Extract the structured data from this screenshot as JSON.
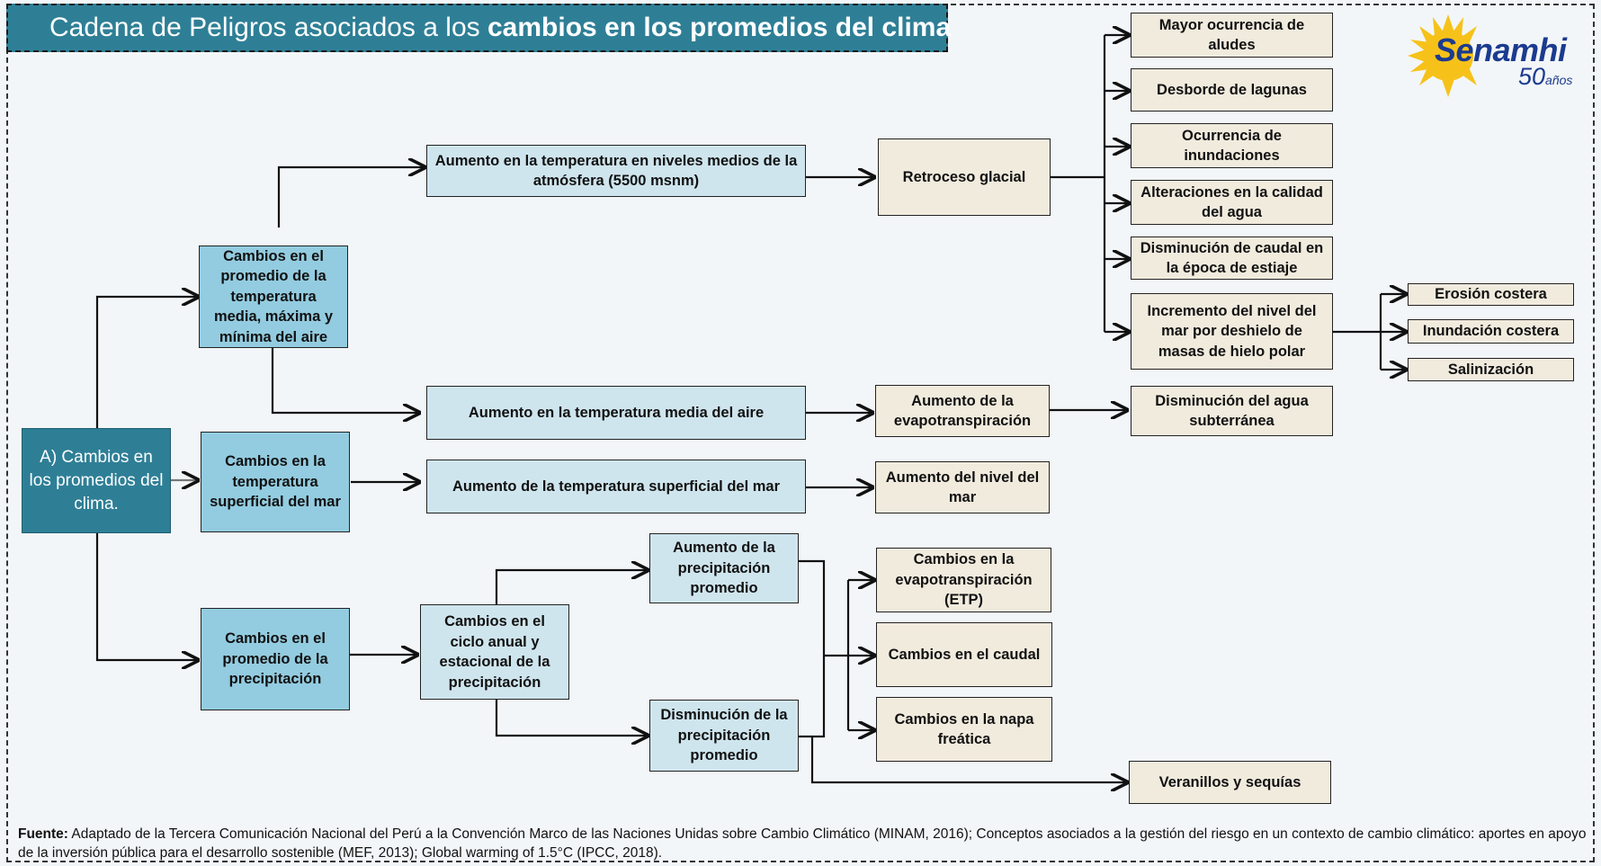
{
  "title": {
    "normal": "Cadena de Peligros asociados a los ",
    "bold": "cambios en los promedios del clima"
  },
  "logo": {
    "name": "Senamhi",
    "anniversary": "50",
    "anniversary_suffix": "años"
  },
  "boxes": {
    "root": "A) Cambios en los promedios del clima.",
    "temp_air": "Cambios en el promedio de la temperatura media, máxima y mínima del aire",
    "temp_sea": "Cambios en la temperatura superficial del mar",
    "precip": "Cambios en el promedio de la precipitación",
    "atm_temp": "Aumento en la temperatura en niveles medios de la atmósfera (5500 msnm)",
    "air_temp": "Aumento en la temperatura media del aire",
    "sea_surface": "Aumento de la temperatura superficial del mar",
    "glacial": "Retroceso glacial",
    "evapo_up": "Aumento de la evapotranspiración",
    "sea_level": "Aumento del nivel del mar",
    "cycle": "Cambios en el ciclo anual y estacional de la precipitación",
    "precip_up": "Aumento de la precipitación promedio",
    "precip_down": "Disminución de la precipitación promedio",
    "etp": "Cambios en la evapotranspiración (ETP)",
    "caudal": "Cambios en el caudal",
    "napa": "Cambios en la napa freática",
    "aludes": "Mayor ocurrencia de aludes",
    "lagunas": "Desborde de lagunas",
    "inundaciones": "Ocurrencia de inundaciones",
    "calidad": "Alteraciones en la calidad del agua",
    "estiaje": "Disminución de caudal en la época de estiaje",
    "nivel_mar": "Incremento del nivel del mar por deshielo de masas de hielo polar",
    "subterranea": "Disminución del agua subterránea",
    "sequias": "Veranillos y sequías",
    "erosion": "Erosión costera",
    "inund_costera": "Inundación costera",
    "salinizacion": "Salinización"
  },
  "source": {
    "label": "Fuente:",
    "text": " Adaptado de la Tercera Comunicación Nacional del Perú a la Convención Marco de las Naciones Unidas sobre Cambio Climático (MINAM, 2016); Conceptos asociados a la gestión del riesgo en un contexto de cambio climático: aportes en apoyo de la inversión pública para el desarrollo sostenible (MEF, 2013); Global warming of 1.5°C (IPCC, 2018)."
  },
  "colors": {
    "header": "#2e7f96",
    "blue_box": "#cfe5ee",
    "mid_box": "#93cce0",
    "beige_box": "#f1ebde",
    "logo_sun": "#f6c21a",
    "logo_text": "#1b3b8f"
  }
}
